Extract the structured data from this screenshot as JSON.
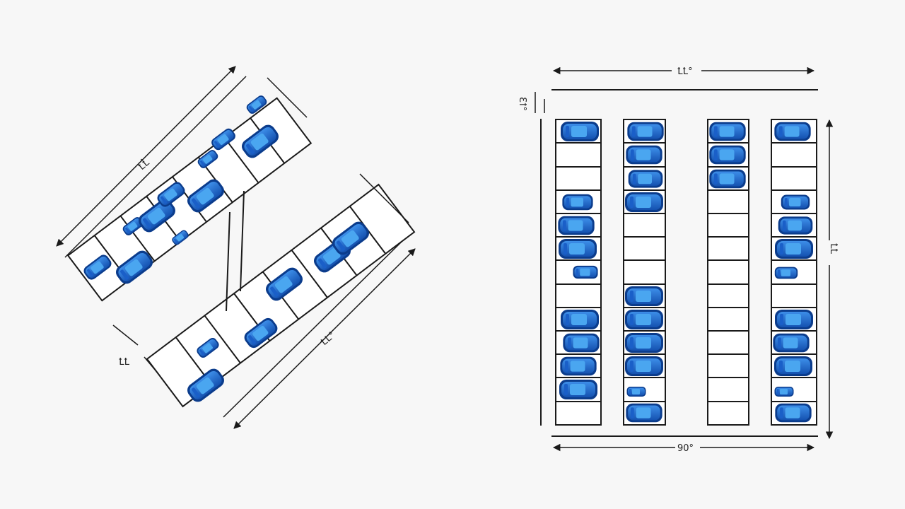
{
  "colors": {
    "background": "#f7f7f7",
    "car_body": "#1f6fd1",
    "car_dark": "#0b3c8c",
    "car_glass": "#4aa6f0",
    "line": "#1a1a1a"
  },
  "angled_lot": {
    "upper_dimension_label": "ꝈꝈ̂",
    "lower_dimension_label": "ꝈꝈ°",
    "side_dimension_label": "ꝈꝈ"
  },
  "perpendicular_lot": {
    "top_dimension_label": "ꝈꝈ°",
    "bottom_dimension_label": "90°",
    "right_dimension_label": "ꝈꝈ",
    "left_dimension_label": "Ɛꝉ°"
  }
}
